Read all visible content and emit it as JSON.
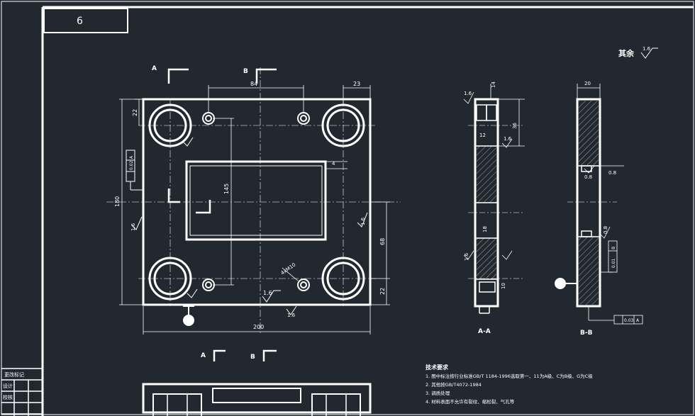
{
  "sheet": {
    "number": "6",
    "finish_label": "其余",
    "finish_value": "1.6"
  },
  "section_marks": {
    "a": "A",
    "b": "B"
  },
  "front_view": {
    "dim_84": "84",
    "dim_23": "23",
    "dim_22_top": "22",
    "dim_180": "180",
    "dim_145": "145",
    "dim_4": "4",
    "dim_68": "68",
    "dim_22_bottom": "22",
    "dim_200": "200",
    "tol_frame": "0.02",
    "tol_datum": "A",
    "finish_left": "1.6",
    "finish_right": "1.6",
    "finish_bottom": "1.6",
    "finish_bottom2": "1.6",
    "hole_callout": "4xM10"
  },
  "section_aa": {
    "title": "A-A",
    "dim_36": "36",
    "dim_12": "12",
    "dim_18": "18",
    "dim_14": "14",
    "dim_10": "10",
    "finish_top": "1.6",
    "finish_mid": "1.6",
    "finish_low": "1.6"
  },
  "section_bb": {
    "title": "B-B",
    "dim_20": "20",
    "finish_08a": "0.8",
    "finish_08b": "0.8",
    "finish_08c": "0.8",
    "tol_par_val": "0.01",
    "tol_par_datum": "B",
    "tol_bottom_val": "0.03",
    "tol_bottom_datum": "A"
  },
  "notes": {
    "heading": "技术要求",
    "items": [
      "1. 图中标注按行业标准GB/T 1184-1996选取第一、11为A级、C为B级、G为C级",
      "2. 其他按GB/T4072-1984",
      "3. 调质处理",
      "4. 材料表面不允许有裂纹、缩松裂、气孔等"
    ]
  },
  "title_block": {
    "rows": [
      "更改标记",
      "设计",
      "校核"
    ]
  },
  "colors": {
    "background": "#212830",
    "line": "#ffffff"
  }
}
